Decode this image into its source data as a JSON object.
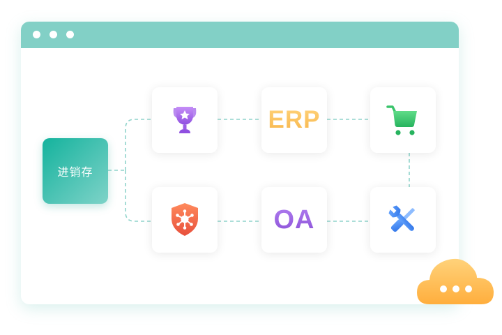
{
  "diagram": {
    "main_module": {
      "label": "进销存"
    },
    "modules": [
      {
        "id": "trophy",
        "icon": "trophy-icon"
      },
      {
        "id": "erp",
        "text": "ERP"
      },
      {
        "id": "cart",
        "icon": "shopping-cart-icon"
      },
      {
        "id": "shield",
        "icon": "shield-network-icon"
      },
      {
        "id": "oa",
        "text": "OA"
      },
      {
        "id": "tools",
        "icon": "wrench-screwdriver-icon"
      }
    ],
    "cloud": {
      "icon": "cloud-icon"
    },
    "colors": {
      "titlebar": "#82d0c6",
      "main_block": "#14b39d",
      "connector": "#8fd4cb",
      "erp": "#f7b54a",
      "oa": "#8a4fd6",
      "trophy": "#a868e6",
      "cart": "#33c46a",
      "shield": "#f06a4a",
      "tools": "#3d86f2",
      "cloud": "#ffb945"
    }
  }
}
